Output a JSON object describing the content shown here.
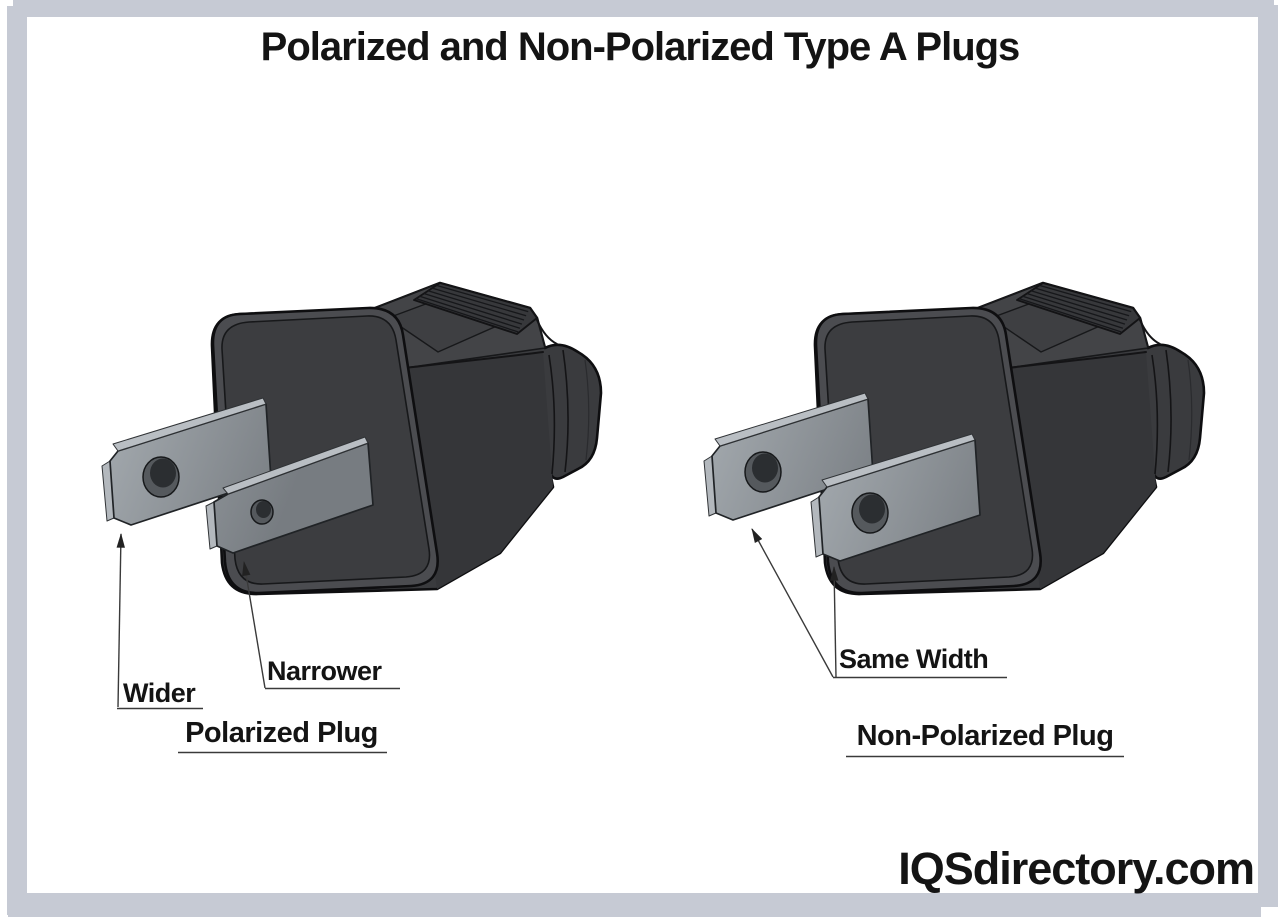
{
  "title": "Polarized and Non-Polarized Type A Plugs",
  "figures": {
    "left": {
      "caption": "Polarized Plug",
      "prong_labels": {
        "wide": "Wider",
        "narrow": "Narrower"
      }
    },
    "right": {
      "caption": "Non-Polarized Plug",
      "prong_labels": {
        "both": "Same Width"
      }
    }
  },
  "watermark": "IQSdirectory.com",
  "colors": {
    "frame": "#c6cad4",
    "background": "#ffffff",
    "text": "#141414",
    "leader_line": "#3a3a3a",
    "plug_body": "#3a3b3e",
    "plug_outline": "#0e0e10",
    "prong_metal": "#8b9197"
  }
}
